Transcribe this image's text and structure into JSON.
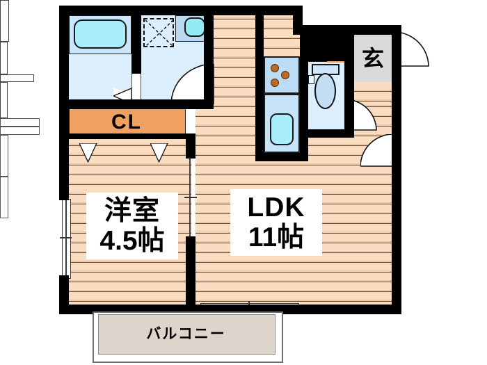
{
  "plan": {
    "type": "japanese-apartment-floor-plan",
    "rooms": [
      {
        "key": "ldk",
        "label_line1": "LDK",
        "label_line2": "11帖",
        "name": "living-dining-kitchen",
        "size_jo": 11
      },
      {
        "key": "washitsu",
        "label_line1": "洋室",
        "label_line2": "4.5帖",
        "name": "western-style-room",
        "size_jo": 4.5
      },
      {
        "key": "closet",
        "label": "CL",
        "name": "closet"
      },
      {
        "key": "entrance",
        "label": "玄",
        "name": "entrance-genkan"
      },
      {
        "key": "balcony",
        "label": "バルコニー",
        "name": "balcony"
      }
    ],
    "fixtures": [
      {
        "name": "bathtub",
        "room": "bathroom"
      },
      {
        "name": "washing-machine-space",
        "room": "washroom"
      },
      {
        "name": "washbasin",
        "room": "washroom"
      },
      {
        "name": "kitchen-stove",
        "burners": 3,
        "room": "ldk"
      },
      {
        "name": "kitchen-sink",
        "room": "ldk"
      },
      {
        "name": "toilet",
        "room": "wc"
      },
      {
        "name": "shoe-cabinet",
        "room": "entrance"
      }
    ],
    "openings": [
      {
        "name": "entrance-door",
        "type": "hinged"
      },
      {
        "name": "wc-door",
        "type": "hinged"
      },
      {
        "name": "hall-door",
        "type": "hinged"
      },
      {
        "name": "washroom-door",
        "type": "hinged"
      },
      {
        "name": "bathroom-door",
        "type": "sliding"
      },
      {
        "name": "closet-doors",
        "type": "sliding",
        "count": 2
      },
      {
        "name": "bedroom-door",
        "type": "sliding"
      },
      {
        "name": "balcony-window",
        "type": "sliding-glass"
      },
      {
        "name": "bedroom-window",
        "type": "sliding-glass"
      }
    ],
    "colors": {
      "wall": "#000000",
      "floor": "#f6d5b4",
      "wet_floor": "#ddeefc",
      "tile": "#d9d9d9",
      "accent_orange": "#f0a060",
      "water": "#a9eefb",
      "balcony": "#ddd5cc"
    }
  }
}
